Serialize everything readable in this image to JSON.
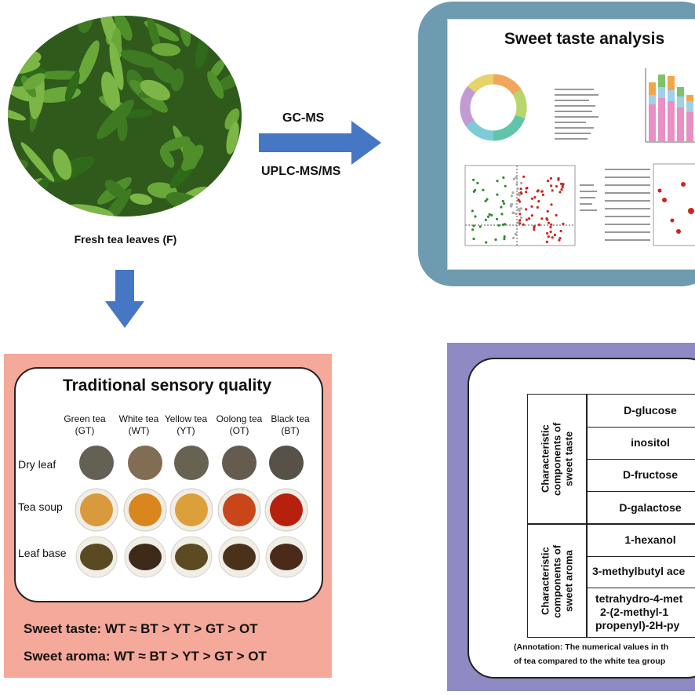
{
  "fresh_leaves": {
    "label": "Fresh tea leaves  (F)"
  },
  "methods": {
    "top": "GC-MS",
    "bottom": "UPLC-MS/MS"
  },
  "sweet_taste_panel": {
    "title": "Sweet taste analysis"
  },
  "sensory": {
    "title": "Traditional sensory quality",
    "columns": [
      {
        "name": "Green tea",
        "abbr": "(GT)"
      },
      {
        "name": "White tea",
        "abbr": "(WT)"
      },
      {
        "name": "Yellow tea",
        "abbr": "(YT)"
      },
      {
        "name": "Oolong tea",
        "abbr": "(OT)"
      },
      {
        "name": "Black tea",
        "abbr": "(BT)"
      }
    ],
    "rows": [
      "Dry leaf",
      "Tea soup",
      "Leaf base"
    ],
    "soup_colors": [
      "#d89a3c",
      "#d9861c",
      "#dca03a",
      "#c9461a",
      "#b8200e"
    ],
    "ranking_taste": "Sweet taste: WT ≈ BT > YT > GT > OT",
    "ranking_aroma": "Sweet aroma: WT ≈ BT > YT > GT > OT"
  },
  "characteristics": {
    "taste_group": "Characteristic components of sweet taste",
    "aroma_group": "Characteristic components of sweet aroma",
    "taste_components": [
      "D-glucose",
      "inositol",
      "D-fructose",
      "D-galactose"
    ],
    "aroma_components": [
      "1-hexanol",
      "3-methylbutyl ace",
      "tetrahydro-4-met",
      "2-(2-methyl-1",
      "propenyl)-2H-py"
    ],
    "annotation_line1": "(Annotation: The numerical values in th",
    "annotation_line2": "of tea compared to the white tea group"
  }
}
